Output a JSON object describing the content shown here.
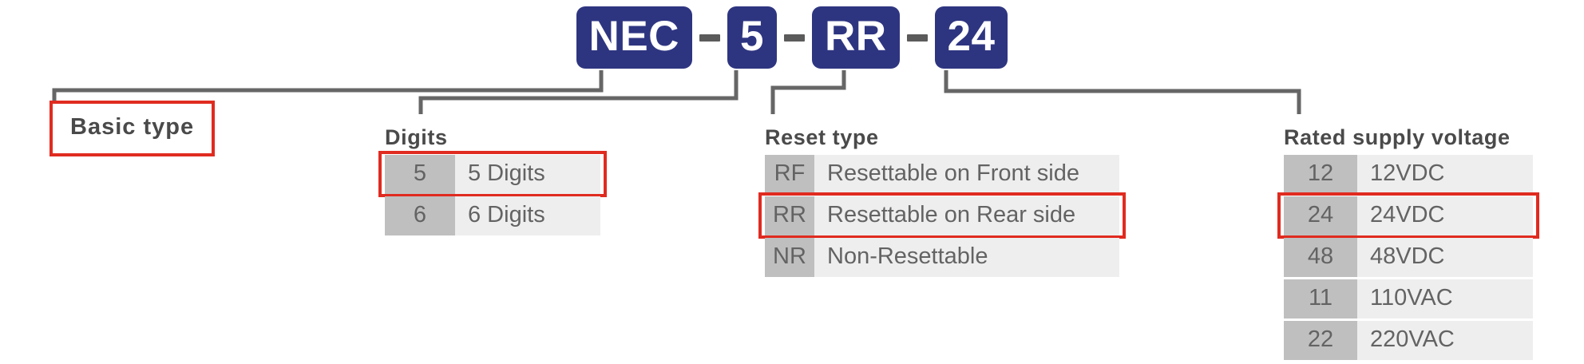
{
  "part_number": {
    "segments": [
      {
        "type": "badge",
        "text": "NEC"
      },
      {
        "type": "dash",
        "text": "-"
      },
      {
        "type": "badge",
        "text": "5"
      },
      {
        "type": "dash",
        "text": "-"
      },
      {
        "type": "badge",
        "text": "RR"
      },
      {
        "type": "dash",
        "text": "-"
      },
      {
        "type": "badge",
        "text": "24"
      }
    ],
    "full": "NEC-5-RR-24"
  },
  "colors": {
    "badge_bg": "#2e3580",
    "badge_text": "#ffffff",
    "dash": "#5b5b5b",
    "code_cell_bg": "#bfbfbf",
    "desc_cell_bg": "#eeeeee",
    "cell_text": "#636363",
    "highlight": "#e02b20",
    "line": "#666666",
    "title_text": "#4a4a4a",
    "page_bg": "#ffffff"
  },
  "sections": {
    "basic": {
      "label": "Basic type",
      "highlighted": true
    },
    "digits": {
      "title": "Digits",
      "rows": [
        {
          "code": "5",
          "desc": "5 Digits",
          "selected": true
        },
        {
          "code": "6",
          "desc": "6 Digits",
          "selected": false
        }
      ]
    },
    "reset": {
      "title": "Reset type",
      "rows": [
        {
          "code": "RF",
          "desc": "Resettable on Front side",
          "selected": false
        },
        {
          "code": "RR",
          "desc": "Resettable on Rear side",
          "selected": true
        },
        {
          "code": "NR",
          "desc": "Non-Resettable",
          "selected": false
        }
      ]
    },
    "voltage": {
      "title": "Rated supply voltage",
      "rows": [
        {
          "code": "12",
          "desc": "12VDC",
          "selected": false
        },
        {
          "code": "24",
          "desc": "24VDC",
          "selected": true
        },
        {
          "code": "48",
          "desc": "48VDC",
          "selected": false
        },
        {
          "code": "11",
          "desc": "110VAC",
          "selected": false
        },
        {
          "code": "22",
          "desc": "220VAC",
          "selected": false
        }
      ]
    }
  }
}
